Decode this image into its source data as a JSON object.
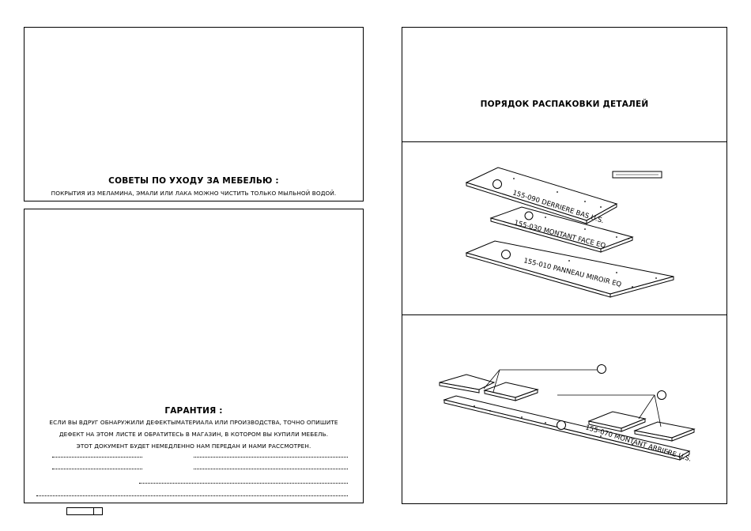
{
  "care": {
    "title": "СОВЕТЫ ПО УХОДУ ЗА МЕБЕЛЬЮ :",
    "text": "ПОКРЫТИЯ  ИЗ МЕЛАМИНА, ЭМАЛИ ИЛИ ЛАКА МОЖНО ЧИСТИТЬ ТОЛЬКО МЫЛЬНОЙ  ВОДОЙ."
  },
  "warranty": {
    "title": "ГАРАНТИЯ :",
    "lines": [
      "ЕСЛИ ВЫ ВДРУГ ОБНАРУЖИЛИ ДЕФЕКТЫМАТЕРИАЛА ИЛИ ПРОИЗВОДСТВА, ТОЧНО ОПИШИТЕ",
      "ДЕФЕКТ НА ЭТОМ ЛИСТЕ И ОБРАТИТЕСЬ  В МАГАЗИН, В КОТОРОМ ВЫ  КУПИЛИ МЕБЕЛЬ.",
      "ЭТОТ ДОКУМЕНТ БУДЕТ НЕМЕДЛЕННО НАМ ПЕРЕДАН И НАМИ РАССМОТРЕН."
    ]
  },
  "unpack": {
    "title": "ПОРЯДОК  РАСПАКОВКИ  ДЕТАЛЕЙ"
  },
  "parts": {
    "p1": "155-090 DERRIERE BAS U.S.",
    "p2": "155-030 MONTANT FACE EQ",
    "p3": "155-010 PANNEAU MIROIR EQ",
    "p4": "155-070 MONTANT ARRIERE U.S."
  }
}
